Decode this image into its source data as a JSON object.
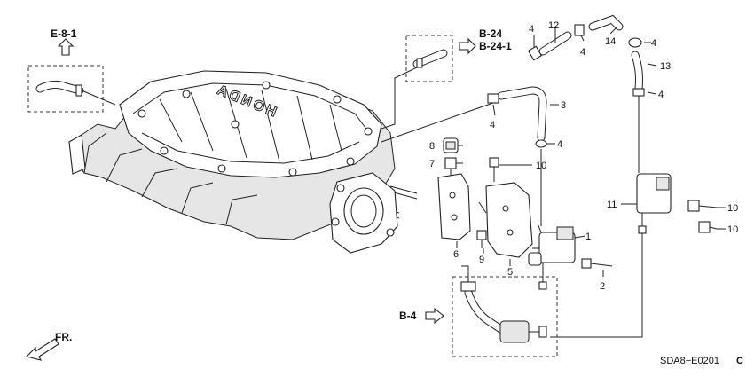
{
  "diagram": {
    "callouts": {
      "c1": "1",
      "c2": "2",
      "c3": "3",
      "c4a": "4",
      "c4b": "4",
      "c4c": "4",
      "c4d": "4",
      "c4e": "4",
      "c4f": "4",
      "c5": "5",
      "c6": "6",
      "c7": "7",
      "c8": "8",
      "c9": "9",
      "c10a": "10",
      "c10b": "10",
      "c10c": "10",
      "c11": "11",
      "c12": "12",
      "c13": "13",
      "c14": "14"
    },
    "refs": {
      "e81": "E-8-1",
      "b24": "B-24",
      "b241": "B-24-1",
      "b4": "B-4",
      "fr": "FR."
    },
    "logo_text": "HONDA",
    "drawing_code": "SDA8−E0201",
    "drawing_code_suffix": "C"
  }
}
